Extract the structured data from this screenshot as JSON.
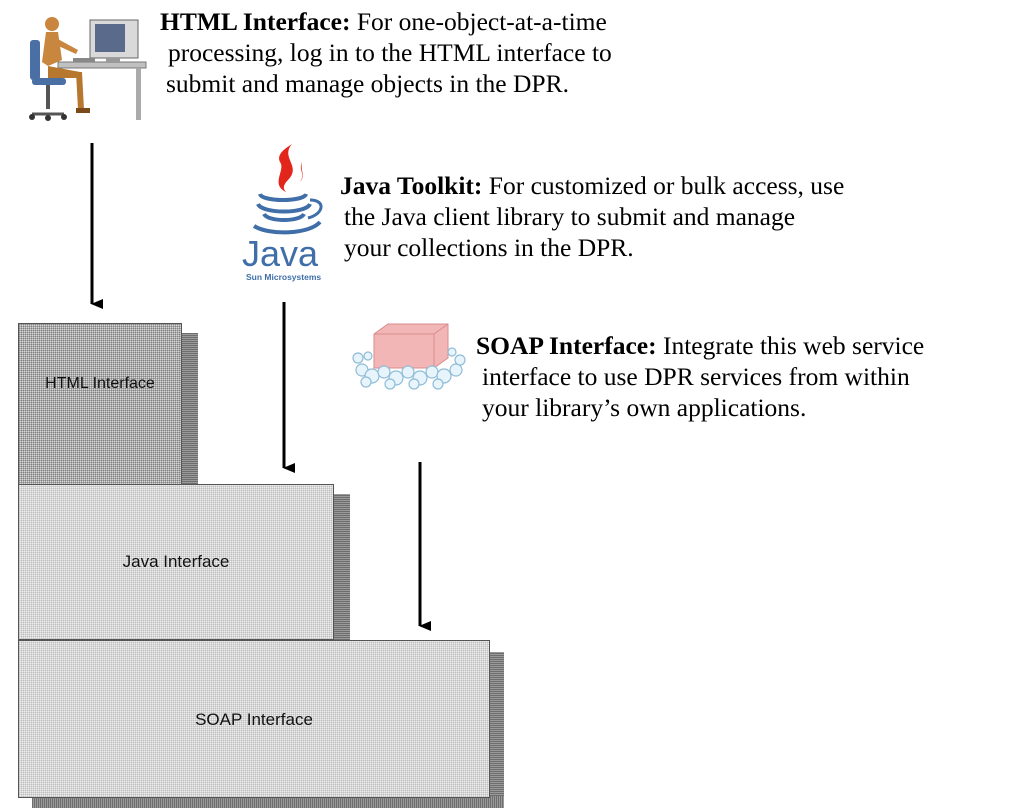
{
  "notes": {
    "html": {
      "title": "HTML Interface:",
      "lines": [
        " For one-object-at-a-time",
        "processing, log in to the HTML interface to",
        "submit and manage objects in the DPR."
      ]
    },
    "java": {
      "title": "Java Toolkit:",
      "lines": [
        " For customized or bulk access, use",
        "the Java client library to submit and manage",
        "your collections in the DPR."
      ]
    },
    "soap": {
      "title": "SOAP Interface:",
      "lines": [
        " Integrate this web service",
        "interface to use DPR services from within",
        "your library’s own applications."
      ]
    }
  },
  "layers": {
    "html": "HTML Interface",
    "java": "Java Interface",
    "soap": "SOAP Interface"
  },
  "logos": {
    "java_wordmark": "Java",
    "java_vendor": "Sun Microsystems"
  },
  "icons": {
    "html": "person-at-computer-icon",
    "java": "java-coffee-cup-icon",
    "soap": "soap-bar-icon"
  }
}
